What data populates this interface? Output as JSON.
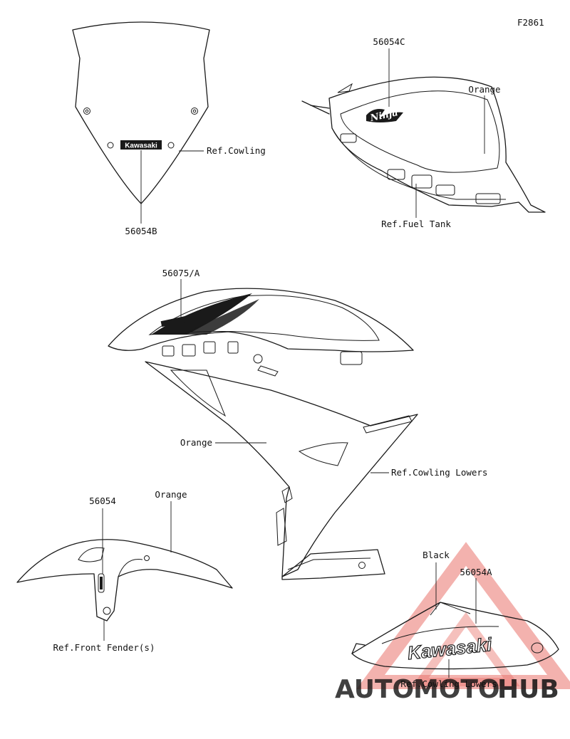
{
  "diagram_id": "F2861",
  "labels": {
    "windshield_part": "56054B",
    "windshield_ref": "Ref.Cowling",
    "tank_part": "56054C",
    "tank_color": "Orange",
    "tank_ref": "Ref.Fuel Tank",
    "cowling_part": "56075/A",
    "cowling_color": "Orange",
    "cowling_ref": "Ref.Cowling Lowers",
    "fender_part": "56054",
    "fender_color": "Orange",
    "fender_ref": "Ref.Front Fender(s)",
    "lower_color": "Black",
    "lower_part": "56054A",
    "lower_ref": "Ref.Cowling Lowers"
  },
  "decals": {
    "windshield_brand": "Kawasaki",
    "tank_model": "Ninja",
    "lower_brand": "Kawasaki"
  },
  "watermark": {
    "word_a": "AUTO",
    "word_b": "MOTO",
    "word_c": "HUB",
    "color_a": "#f5a623",
    "color_b": "#e0453a",
    "color_c": "#2b2b2b"
  }
}
